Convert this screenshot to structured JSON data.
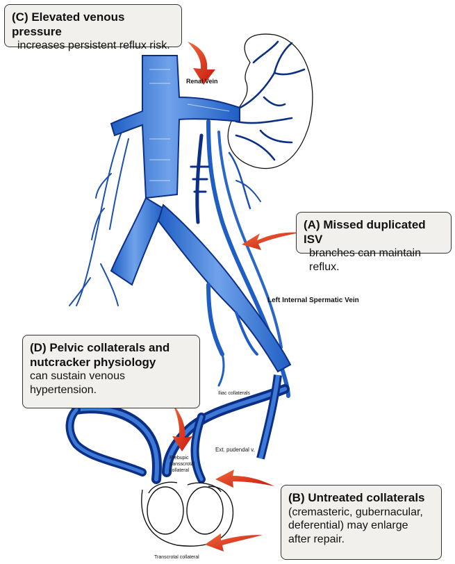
{
  "callouts": {
    "c": {
      "title": "(C) Elevated venous pressure",
      "body": "increases persistent reflux risk."
    },
    "a": {
      "title": "(A) Missed duplicated ISV",
      "body": "branches can maintain reflux."
    },
    "d": {
      "title_line1": "(D) Pelvic collaterals and",
      "title_line2": "nutcracker physiology",
      "body_line1": "can sustain venous",
      "body_line2": "hypertension."
    },
    "b": {
      "title": "(B) Untreated collaterals",
      "body_line1": "(cremasteric, gubernacular,",
      "body_line2": "deferential) may enlarge",
      "body_line3": "after repair."
    }
  },
  "labels": {
    "renal_vein": "Renal Vein",
    "left_isv": "Left Internal Spermatic Vein",
    "iliac_collaterals": "Iliac collaterals",
    "ext_pudendal": "Ext. pudendal v.",
    "prebupic_line1": "Prebupic",
    "prebupic_line2": "transscrotal",
    "prebupic_line3": "collateral",
    "transcrotal": "Transcrotal collateral"
  },
  "colors": {
    "vein_blue": "#2f6fd0",
    "vein_dark": "#0c2f86",
    "arrow_red": "#e0301e",
    "callout_bg": "#f2f0ed"
  }
}
